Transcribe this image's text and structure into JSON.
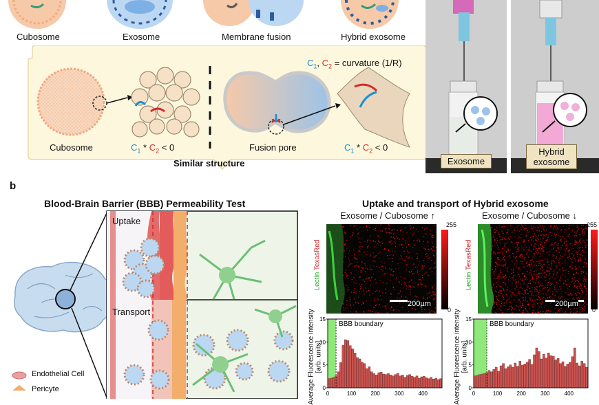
{
  "panel_b_letter": "b",
  "top_row_labels": {
    "cubosome": "Cubosome",
    "exosome": "Exosome",
    "membrane_fusion": "Membrane fusion",
    "hybrid_exosome": "Hybrid exosome"
  },
  "inset": {
    "curvature_prefix": "C",
    "curvature_def": "= curvature (1/R)",
    "cubosome": "Cubosome",
    "fusion_pore": "Fusion pore",
    "less_zero": "< 0",
    "similar_structure": "Similar structure",
    "sub1": "1",
    "sub2": "2",
    "star": " * ",
    "comma": ","
  },
  "vials": {
    "left": "Exosome",
    "right_line1": "Hybrid",
    "right_line2": "exosome"
  },
  "bbb": {
    "title": "Blood-Brain Barrier (BBB) Permeability Test",
    "uptake": "Uptake",
    "transport": "Transport",
    "legend_endothelial": "Endothelial Cell",
    "legend_pericyte": "Pericyte"
  },
  "uptake_panel": {
    "title": "Uptake and transport of Hybrid exosome",
    "left_subtitle": "Exosome / Cubosome ↑",
    "right_subtitle": "Exosome / Cubosome ↓",
    "channel_green": "Lectin",
    "channel_red": "TexasRed",
    "scale_bar": "200µm",
    "cbar_max": "255",
    "cbar_min": "0",
    "ylabel": "Average Fluorescence intensity",
    "yunits": "[arb. units]",
    "boundary": "BBB boundary"
  },
  "colors": {
    "cubosome_peach": "#f6c9a8",
    "exosome_blue": "#9cc3e8",
    "inset_bg": "#fdf7dd",
    "bar_red": "#c9534f",
    "boundary_green": "#8fe87a",
    "curv_c1": "#1a8fd1",
    "curv_c2": "#d12a2a"
  },
  "chart_data": [
    {
      "type": "bar",
      "ylim": [
        0,
        15
      ],
      "ytick_labels": [
        "0",
        "5",
        "10",
        "15"
      ],
      "xtick_labels": [
        "0",
        "100",
        "200",
        "300",
        "400"
      ],
      "xlim": [
        0,
        480
      ],
      "boundary_x": 35,
      "x": [
        5,
        15,
        25,
        35,
        45,
        55,
        65,
        75,
        85,
        95,
        105,
        115,
        125,
        135,
        145,
        155,
        165,
        175,
        185,
        195,
        205,
        215,
        225,
        235,
        245,
        255,
        265,
        275,
        285,
        295,
        305,
        315,
        325,
        335,
        345,
        355,
        365,
        375,
        385,
        395,
        405,
        415,
        425,
        435,
        445,
        455,
        465,
        475
      ],
      "values": [
        2.0,
        2.1,
        2.3,
        2.6,
        3.5,
        5.5,
        9.3,
        10.5,
        10.3,
        9.2,
        8.5,
        7.6,
        6.6,
        6.3,
        5.6,
        5.3,
        4.2,
        4.6,
        3.5,
        3.1,
        2.8,
        3.3,
        3.4,
        3.0,
        2.9,
        3.1,
        2.8,
        2.6,
        2.9,
        3.2,
        2.6,
        2.8,
        2.3,
        2.7,
        2.9,
        2.5,
        2.3,
        2.6,
        2.1,
        2.4,
        2.5,
        2.2,
        2.0,
        2.3,
        1.9,
        2.1,
        1.8,
        2.0
      ]
    },
    {
      "type": "bar",
      "ylim": [
        0,
        15
      ],
      "ytick_labels": [
        "0",
        "5",
        "10",
        "15"
      ],
      "xtick_labels": [
        "0",
        "100",
        "200",
        "300",
        "400"
      ],
      "xlim": [
        0,
        480
      ],
      "boundary_x": 55,
      "x": [
        5,
        15,
        25,
        35,
        45,
        55,
        65,
        75,
        85,
        95,
        105,
        115,
        125,
        135,
        145,
        155,
        165,
        175,
        185,
        195,
        205,
        215,
        225,
        235,
        245,
        255,
        265,
        275,
        285,
        295,
        305,
        315,
        325,
        335,
        345,
        355,
        365,
        375,
        385,
        395,
        405,
        415,
        425,
        435,
        445,
        455,
        465,
        475
      ],
      "values": [
        2.6,
        2.7,
        2.9,
        3.0,
        3.1,
        3.3,
        3.8,
        3.5,
        4.0,
        4.5,
        3.6,
        4.8,
        5.3,
        4.2,
        4.6,
        5.0,
        4.5,
        5.4,
        4.7,
        5.8,
        4.9,
        5.2,
        5.6,
        6.2,
        5.1,
        7.2,
        8.7,
        7.9,
        6.3,
        7.3,
        6.5,
        7.6,
        7.0,
        6.9,
        6.1,
        6.4,
        5.3,
        5.7,
        4.7,
        5.2,
        5.6,
        6.8,
        8.7,
        5.4,
        4.8,
        5.8,
        5.3,
        4.5
      ]
    }
  ]
}
